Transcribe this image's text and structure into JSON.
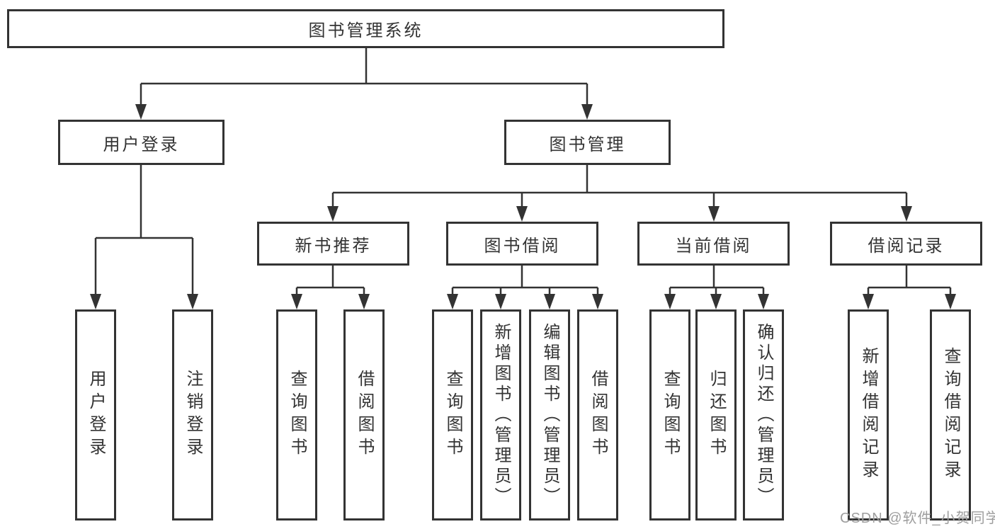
{
  "title": "图书管理系统",
  "watermark": {
    "text": "CSDN @软件_小贺同学"
  },
  "colors": {
    "line": "#333333",
    "text": "#333333",
    "box_background": "#ffffff",
    "background": "#ffffff",
    "watermark": "#9e9e9e"
  },
  "tree": {
    "label": "图书管理系统",
    "children": [
      {
        "label": "用户登录",
        "children": [
          {
            "label": "用户登录"
          },
          {
            "label": "注销登录"
          }
        ]
      },
      {
        "label": "图书管理",
        "children": [
          {
            "label": "新书推荐",
            "children": [
              {
                "label": "查询图书"
              },
              {
                "label": "借阅图书"
              }
            ]
          },
          {
            "label": "图书借阅",
            "children": [
              {
                "label": "查询图书"
              },
              {
                "label": "新增图书（管理员）"
              },
              {
                "label": "编辑图书（管理员）"
              },
              {
                "label": "借阅图书"
              }
            ]
          },
          {
            "label": "当前借阅",
            "children": [
              {
                "label": "查询图书"
              },
              {
                "label": "归还图书"
              },
              {
                "label": "确认归还（管理员）"
              }
            ]
          },
          {
            "label": "借阅记录",
            "children": [
              {
                "label": "新增借阅记录"
              },
              {
                "label": "查询借阅记录"
              }
            ]
          }
        ]
      }
    ]
  }
}
